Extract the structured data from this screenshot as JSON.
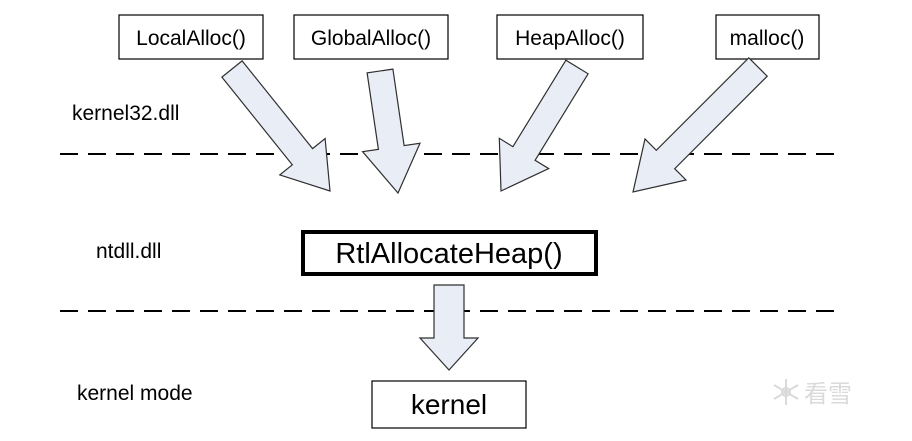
{
  "functions": [
    {
      "label": "LocalAlloc()"
    },
    {
      "label": "GlobalAlloc()"
    },
    {
      "label": "HeapAlloc()"
    },
    {
      "label": "malloc()"
    }
  ],
  "layers": {
    "kernel32": "kernel32.dll",
    "ntdll": "ntdll.dll",
    "kernel_mode": "kernel mode"
  },
  "core_function": "RtlAllocateHeap()",
  "kernel": "kernel",
  "watermark": "看雪",
  "colors": {
    "arrow_fill": "#e9eef6",
    "arrow_stroke": "#2f2f2f",
    "watermark": "#d6d6d6"
  }
}
